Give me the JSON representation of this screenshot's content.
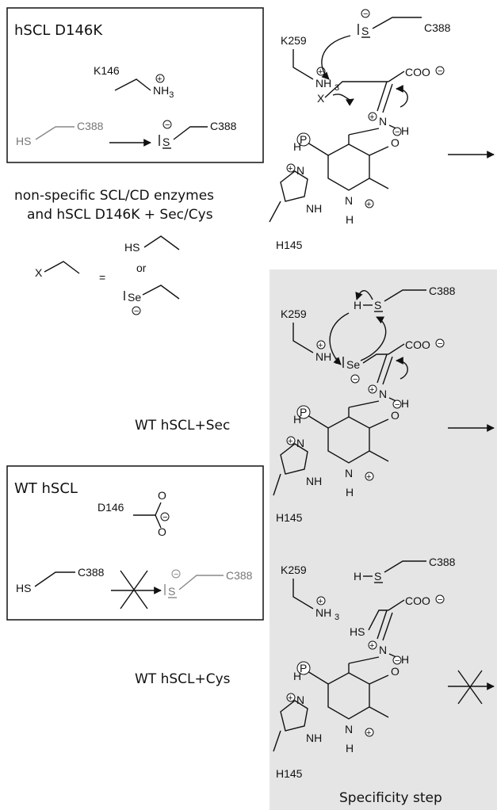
{
  "boxes": {
    "d146k": {
      "title": "hSCL D146K",
      "k_label": "K146",
      "nh3": "NH",
      "nh3_sub": "3",
      "hs": "HS",
      "c388a": "C388",
      "s": "S",
      "c388b": "C388"
    },
    "wt": {
      "title": "WT hSCL",
      "d_label": "D146",
      "o": "O",
      "hs": "HS",
      "c388a": "C388",
      "s": "S",
      "c388b": "C388"
    }
  },
  "captions": {
    "nonspecific_1": "non-specific SCL/CD enzymes",
    "nonspecific_2": "and hSCL D146K + Sec/Cys",
    "wt_sec": "WT hSCL+Sec",
    "wt_cys": "WT hSCL+Cys",
    "specificity": "Specificity step"
  },
  "legend": {
    "x": "X",
    "equals": "=",
    "hs": "HS",
    "or": "or",
    "se": "Se"
  },
  "mech": {
    "k259": "K259",
    "nh3": "NH",
    "nh3_sub": "3",
    "c388": "C388",
    "s": "S",
    "h": "H",
    "x": "X",
    "se": "Se",
    "hs": "HS",
    "coo": "COO",
    "n": "N",
    "o": "O",
    "p": "P",
    "nh": "NH",
    "h145": "H145"
  },
  "colors": {
    "panel_gray": "#e5e5e5",
    "ink": "#111111",
    "gray_ink": "#777777"
  }
}
